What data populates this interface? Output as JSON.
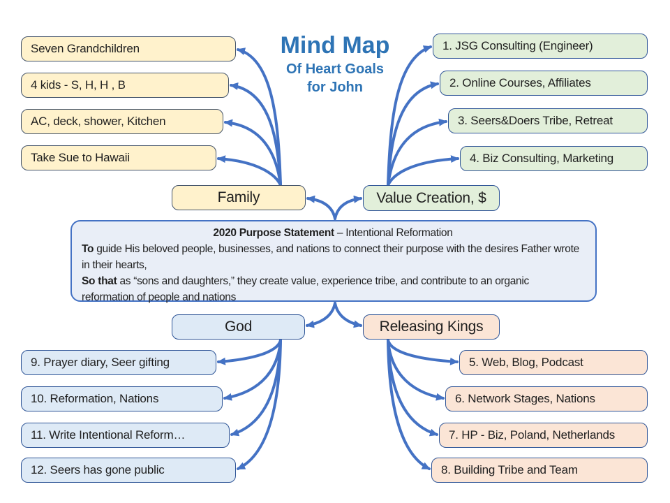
{
  "title": {
    "main": "Mind Map",
    "sub_line1": "Of Heart Goals",
    "sub_line2": "for John"
  },
  "colors": {
    "arrow_blue": "#4472C4",
    "title_blue": "#2E74B5",
    "family_fill": "#FFF2CC",
    "value_creation_fill": "#E2EFDA",
    "god_fill": "#DEEAF6",
    "releasing_kings_fill": "#FBE5D6",
    "purpose_fill": "#E9EEF7",
    "dark_border": "#44546A",
    "blue_border": "#2F5597"
  },
  "purpose": {
    "heading_bold": "2020 Purpose Statement",
    "heading_rest": " – Intentional Reformation",
    "to_bold": "To",
    "to_rest": " guide His beloved people, businesses, and nations to connect their purpose with the desires Father wrote in their hearts,",
    "so_bold": "So that",
    "so_rest": " as “sons and daughters,” they create value, experience tribe, and contribute to an organic reformation of people and nations"
  },
  "branches": {
    "family": {
      "label": "Family",
      "items": [
        "Seven Grandchildren",
        "4 kids  - S, H, H , B",
        "AC, deck, shower, Kitchen",
        "Take Sue to Hawaii"
      ]
    },
    "value_creation": {
      "label": "Value Creation, $",
      "items": [
        "1. JSG Consulting (Engineer)",
        "2. Online Courses, Affiliates",
        "3. Seers&Doers Tribe, Retreat",
        "4. Biz Consulting, Marketing"
      ]
    },
    "god": {
      "label": "God",
      "items": [
        "9. Prayer diary, Seer gifting",
        "10. Reformation, Nations",
        "11. Write Intentional Reform…",
        "12. Seers has gone public"
      ]
    },
    "releasing_kings": {
      "label": "Releasing Kings",
      "items": [
        "5. Web, Blog, Podcast",
        "6. Network Stages, Nations",
        "7. HP - Biz, Poland, Netherlands",
        "8. Building Tribe and Team"
      ]
    }
  }
}
